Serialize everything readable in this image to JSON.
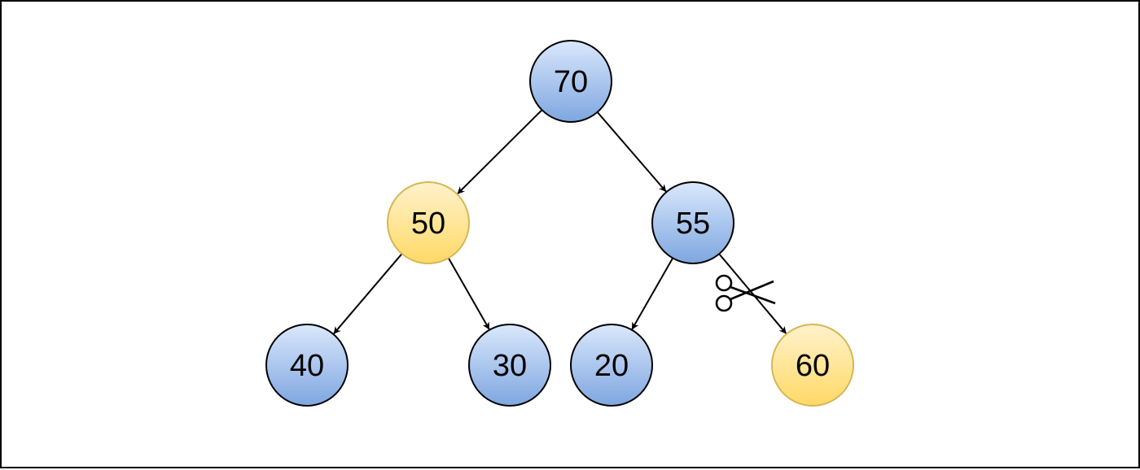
{
  "diagram": {
    "nodes": [
      {
        "id": "n70",
        "label": "70",
        "color": "blue"
      },
      {
        "id": "n50",
        "label": "50",
        "color": "yellow"
      },
      {
        "id": "n55",
        "label": "55",
        "color": "blue"
      },
      {
        "id": "n40",
        "label": "40",
        "color": "blue"
      },
      {
        "id": "n30",
        "label": "30",
        "color": "blue"
      },
      {
        "id": "n20",
        "label": "20",
        "color": "blue"
      },
      {
        "id": "n60",
        "label": "60",
        "color": "yellow"
      }
    ],
    "edges": [
      {
        "from": "n70",
        "to": "n50",
        "cut": false
      },
      {
        "from": "n70",
        "to": "n55",
        "cut": false
      },
      {
        "from": "n50",
        "to": "n40",
        "cut": false
      },
      {
        "from": "n50",
        "to": "n30",
        "cut": false
      },
      {
        "from": "n55",
        "to": "n20",
        "cut": false
      },
      {
        "from": "n55",
        "to": "n60",
        "cut": true
      }
    ],
    "cut_icon": "scissors-icon",
    "palette": {
      "blue_top": "#dae8fc",
      "blue_bottom": "#7ea6e0",
      "yellow_top": "#fff2cc",
      "yellow_bottom": "#ffd966",
      "blue_stroke": "#000000",
      "yellow_stroke": "#d6b656",
      "edge": "#000000"
    }
  }
}
